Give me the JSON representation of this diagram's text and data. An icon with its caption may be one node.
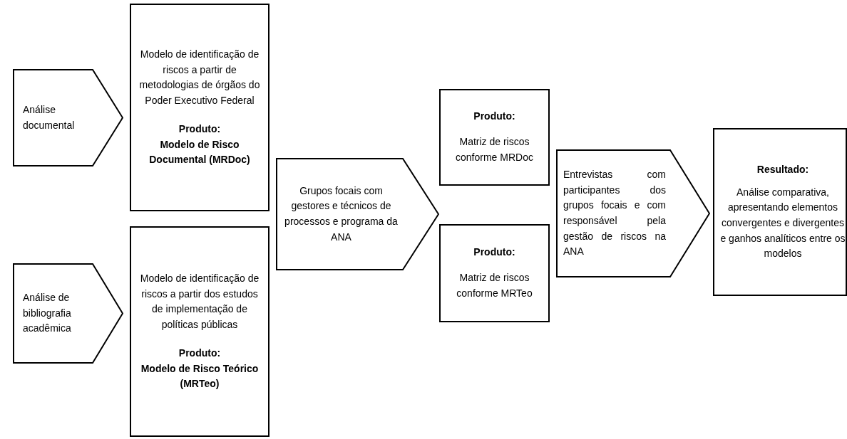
{
  "diagram": {
    "nodes": [
      {
        "text": [
          "Análise documental"
        ]
      },
      {
        "text": [
          "Modelo de identificação de riscos a partir de metodologias de órgãos do Poder Executivo Federal",
          "Produto:",
          "Modelo de Risco Documental (MRDoc)"
        ]
      },
      {
        "text": [
          "Análise de bibliografia acadêmica"
        ]
      },
      {
        "text": [
          "Modelo de identificação de riscos a partir dos estudos de implementação de políticas públicas",
          "Produto:",
          "Modelo de Risco Teórico (MRTeo)"
        ]
      },
      {
        "text": [
          "Grupos focais com gestores e técnicos de processos e programa da ANA"
        ]
      },
      {
        "text": [
          "Produto:",
          "Matriz de riscos conforme MRDoc"
        ]
      },
      {
        "text": [
          "Produto:",
          "Matriz de riscos conforme MRTeo"
        ]
      },
      {
        "text": [
          "Entrevistas com participantes dos grupos focais e com responsável pela gestão de riscos na ANA"
        ]
      },
      {
        "text": [
          "Resultado:",
          "Análise comparativa, apresentando elementos convergentes e divergentes e ganhos analíticos entre os modelos"
        ]
      }
    ]
  }
}
